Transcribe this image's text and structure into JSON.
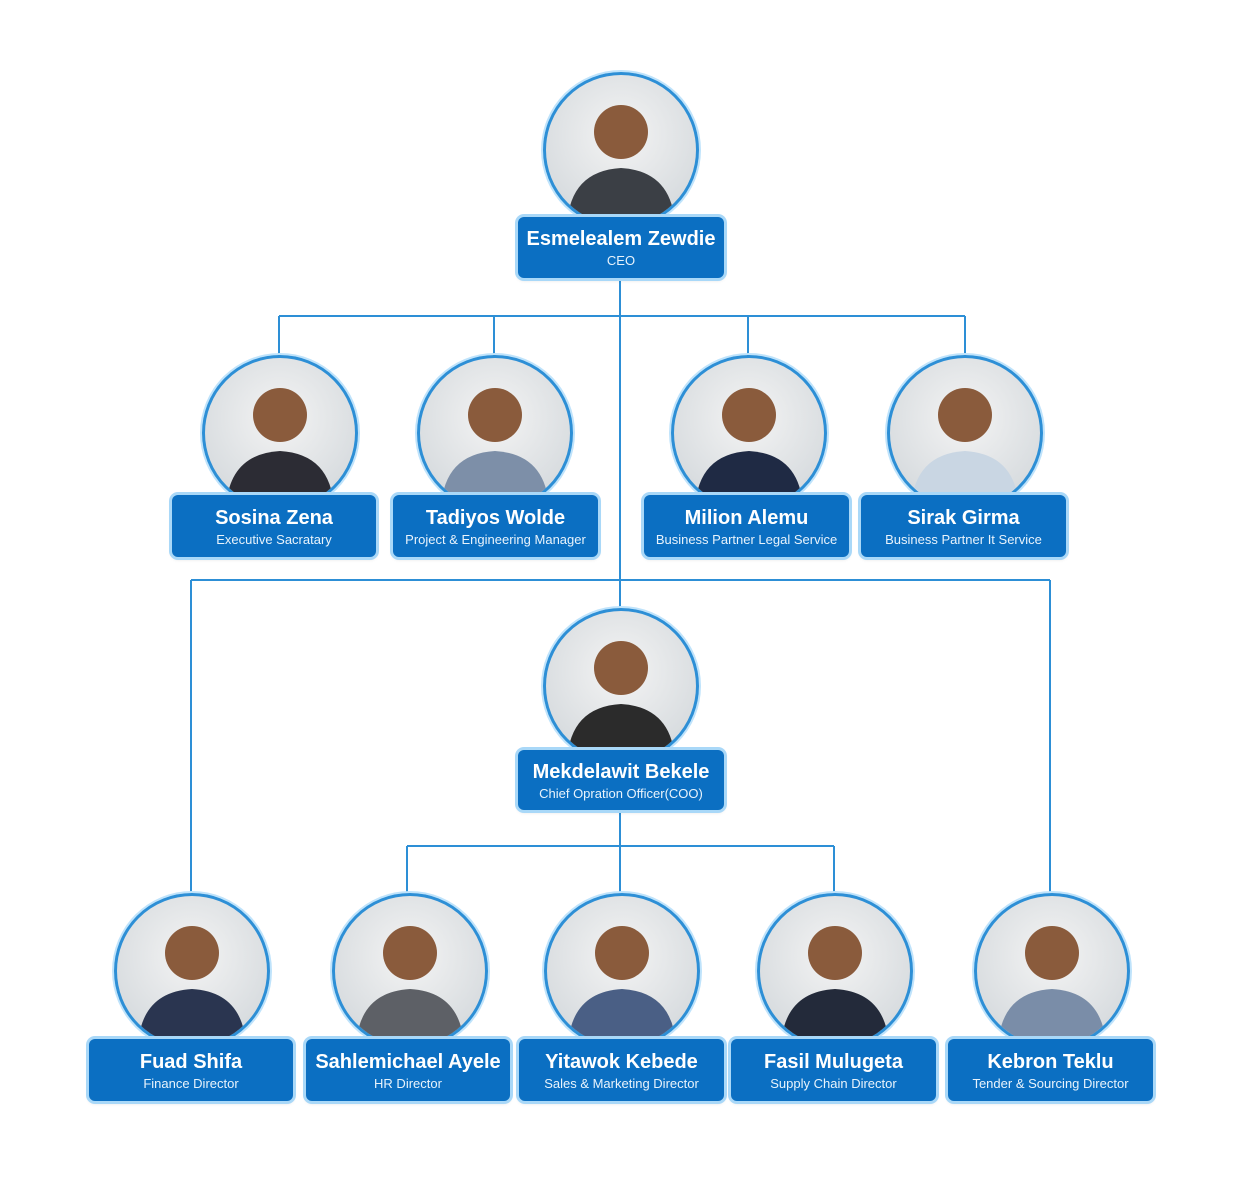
{
  "colors": {
    "card": "#0b6fc2",
    "card_glow": "#a9d8f8",
    "line": "#2d8fd6",
    "avatar_ring": "#2d8fd6"
  },
  "people": {
    "ceo": {
      "name": "Esmelealem Zewdie",
      "title": "CEO",
      "icon": "person-photo"
    },
    "exec_sec": {
      "name": "Sosina Zena",
      "title": "Executive Sacratary",
      "icon": "person-photo"
    },
    "project_eng": {
      "name": "Tadiyos Wolde",
      "title": "Project & Engineering Manager",
      "icon": "person-photo"
    },
    "legal": {
      "name": "Milion Alemu",
      "title": "Business Partner Legal Service",
      "icon": "person-photo"
    },
    "it": {
      "name": "Sirak Girma",
      "title": "Business Partner It Service",
      "icon": "person-photo"
    },
    "coo": {
      "name": "Mekdelawit Bekele",
      "title": "Chief Opration Officer(COO)",
      "icon": "person-photo"
    },
    "finance": {
      "name": "Fuad Shifa",
      "title": "Finance Director",
      "icon": "person-photo"
    },
    "hr": {
      "name": "Sahlemichael Ayele",
      "title": "HR Director",
      "icon": "person-photo"
    },
    "sales": {
      "name": "Yitawok Kebede",
      "title": "Sales & Marketing Director",
      "icon": "person-photo"
    },
    "supply": {
      "name": "Fasil Mulugeta",
      "title": "Supply Chain Director",
      "icon": "person-photo"
    },
    "tender": {
      "name": "Kebron Teklu",
      "title": "Tender & Sourcing Director",
      "icon": "person-photo"
    }
  }
}
